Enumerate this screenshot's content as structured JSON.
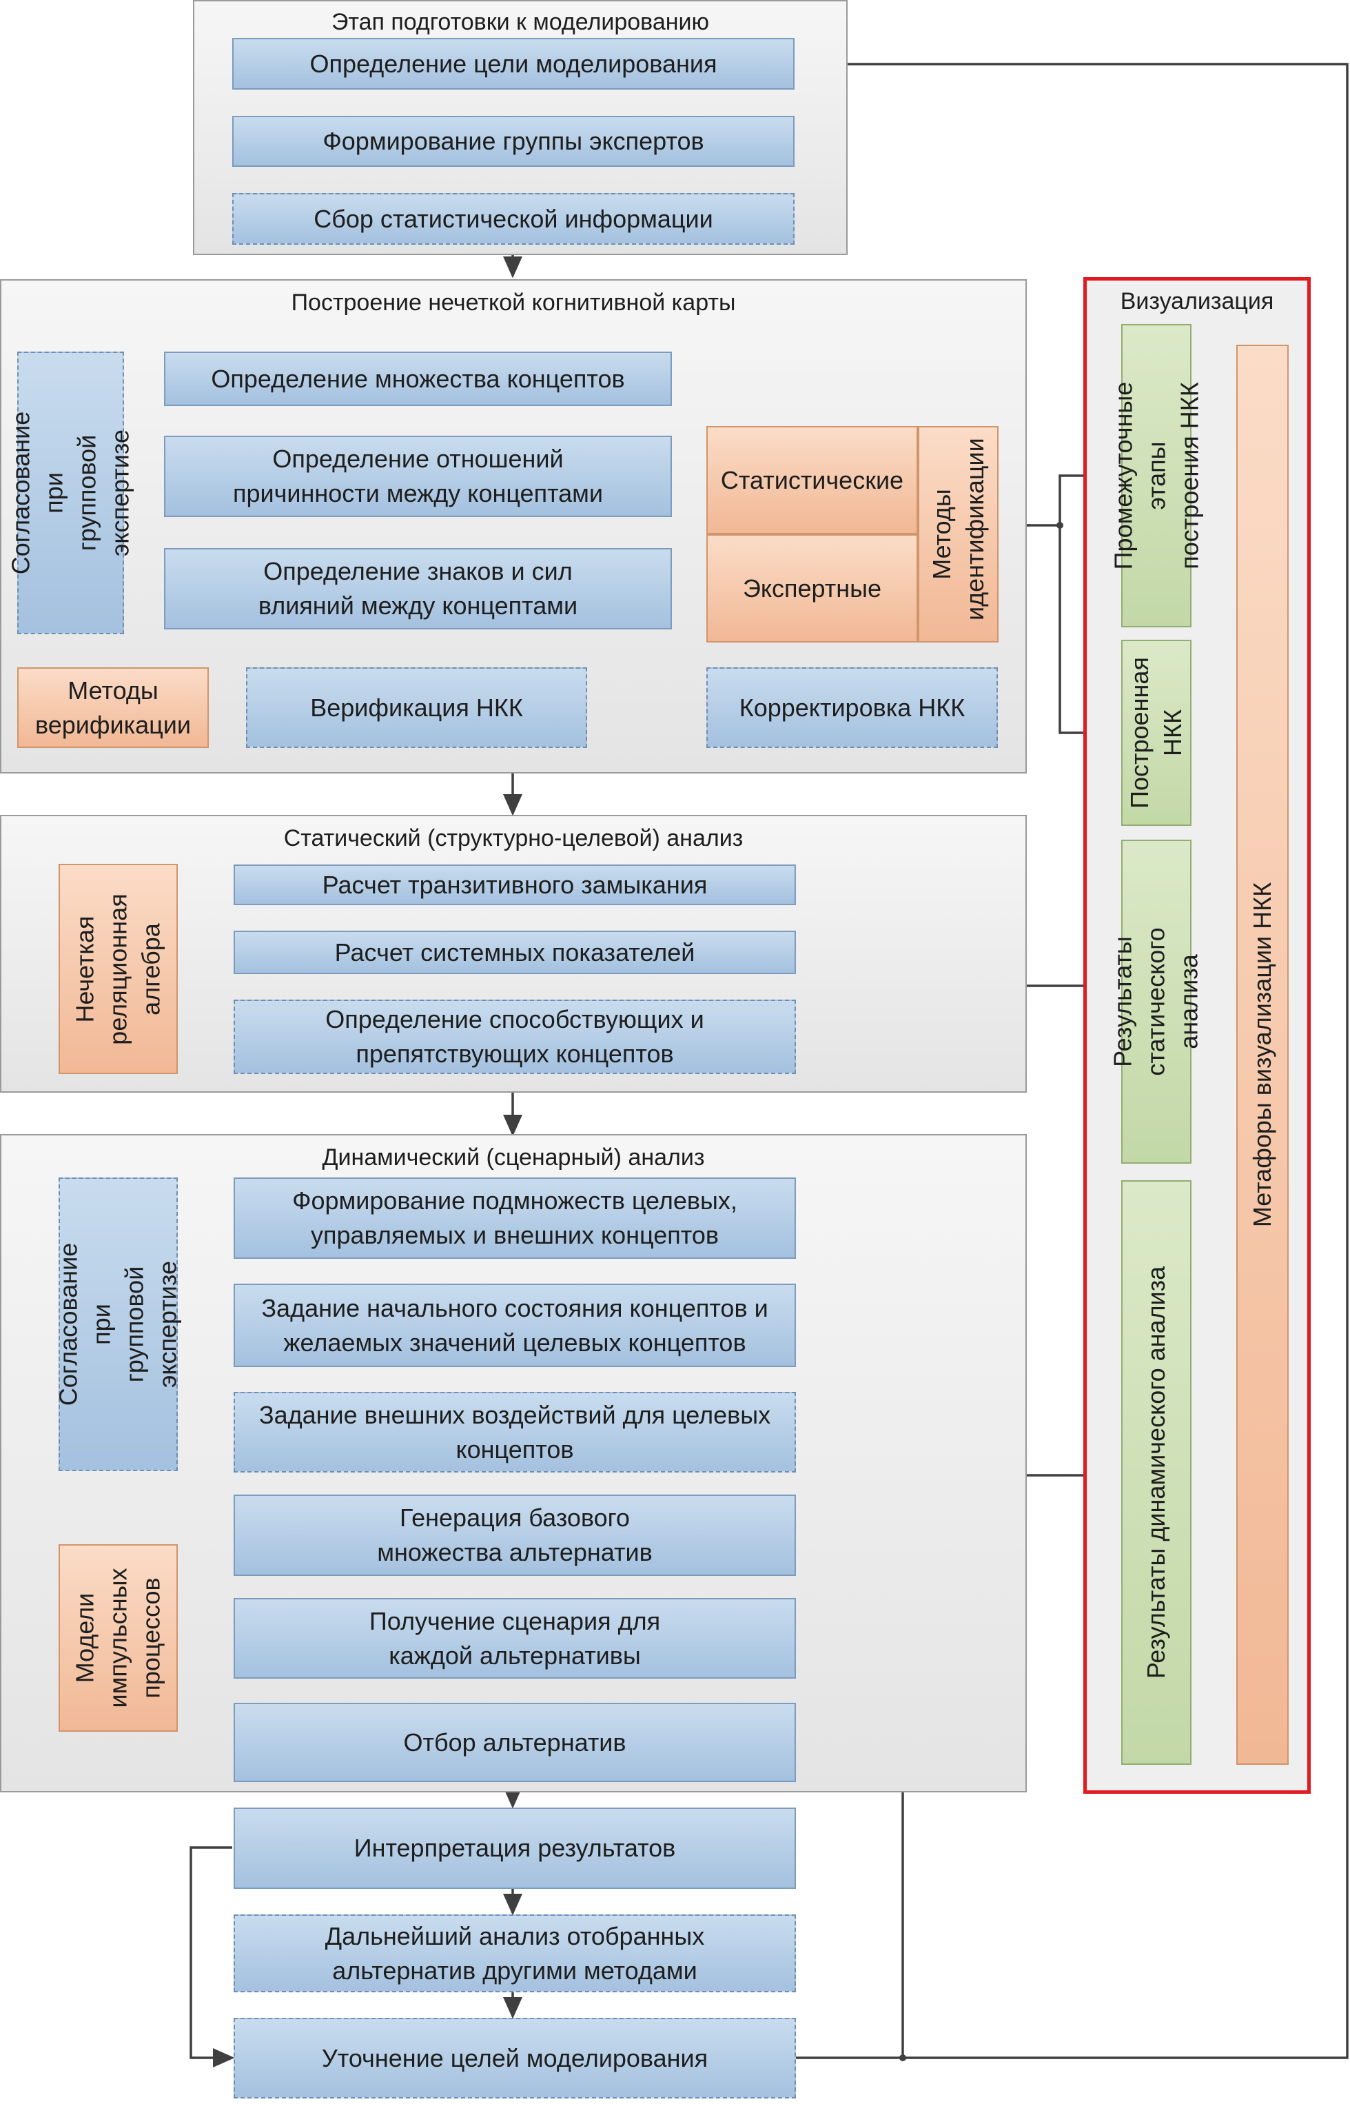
{
  "prep": {
    "title": "Этап подготовки к моделированию",
    "goal": "Определение цели моделирования",
    "experts": "Формирование группы экспертов",
    "stats": "Сбор статистической информации"
  },
  "fcm": {
    "title": "Построение нечеткой когнитивной карты",
    "concepts": "Определение множества концептов",
    "causality": "Определение отношений причинности между концептами",
    "signs": "Определение знаков и сил влияний между концептами",
    "agreement": "Согласование при групповой экспертизе",
    "statistical": "Статистические",
    "expert": "Экспертные",
    "methods_ident": "Методы идентификации",
    "methods_verif": "Методы верификации",
    "verification": "Верификация НКК",
    "correction": "Корректировка НКК"
  },
  "static": {
    "title": "Статический (структурно-целевой) анализ",
    "closure": "Расчет транзитивного замыкания",
    "indicators": "Расчет системных показателей",
    "concepts": "Определение способствующих и препятствующих концептов",
    "algebra": "Нечеткая реляционная алгебра"
  },
  "dynamic": {
    "title": "Динамический (сценарный) анализ",
    "subsets": "Формирование подмножеств целевых, управляемых и внешних концептов",
    "initial": "Задание начального состояния концептов и желаемых значений целевых концептов",
    "external": "Задание внешних воздействий для целевых концептов",
    "base": "Генерация базового множества альтернатив",
    "scenario": "Получение сценария для каждой альтернативы",
    "selection": "Отбор альтернатив",
    "agreement": "Согласование при групповой экспертизе",
    "impulse": "Модели импульсных процессов"
  },
  "post": {
    "interpretation": "Интерпретация результатов",
    "further": "Дальнейший анализ отобранных альтернатив другими методами",
    "refine": "Уточнение целей моделирования"
  },
  "viz": {
    "title": "Визуализация",
    "intermediate": "Промежуточные этапы построения НКК",
    "built": "Построенная НКК",
    "static_results": "Результаты статического анализа",
    "dynamic_results": "Результаты динамического анализа",
    "metaphors": "Метафоры визуализации НКК"
  },
  "colors": {
    "process_fill": "#b7cfe8",
    "method_fill": "#f6c9ab",
    "result_fill": "#cfe1b8",
    "viz_border": "#e11b22",
    "arrow": "#3f3f3f"
  }
}
